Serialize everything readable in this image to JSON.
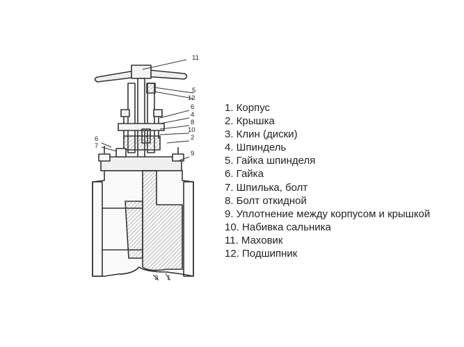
{
  "callout_numbers": [
    "11",
    "5",
    "12",
    "6",
    "4",
    "8",
    "10",
    "2",
    "9",
    "6",
    "7",
    "3",
    "1"
  ],
  "legend": [
    "1. Корпус",
    "2. Крышка",
    "3. Клин (диски)",
    "4. Шпиндель",
    "5. Гайка шпинделя",
    "6. Гайка",
    "7. Шпилька, болт",
    "8. Болт откидной",
    "9. Уплотнение между корпусом и крышкой",
    "10. Набивка сальника",
    "11. Маховик",
    "12. Подшипник"
  ]
}
